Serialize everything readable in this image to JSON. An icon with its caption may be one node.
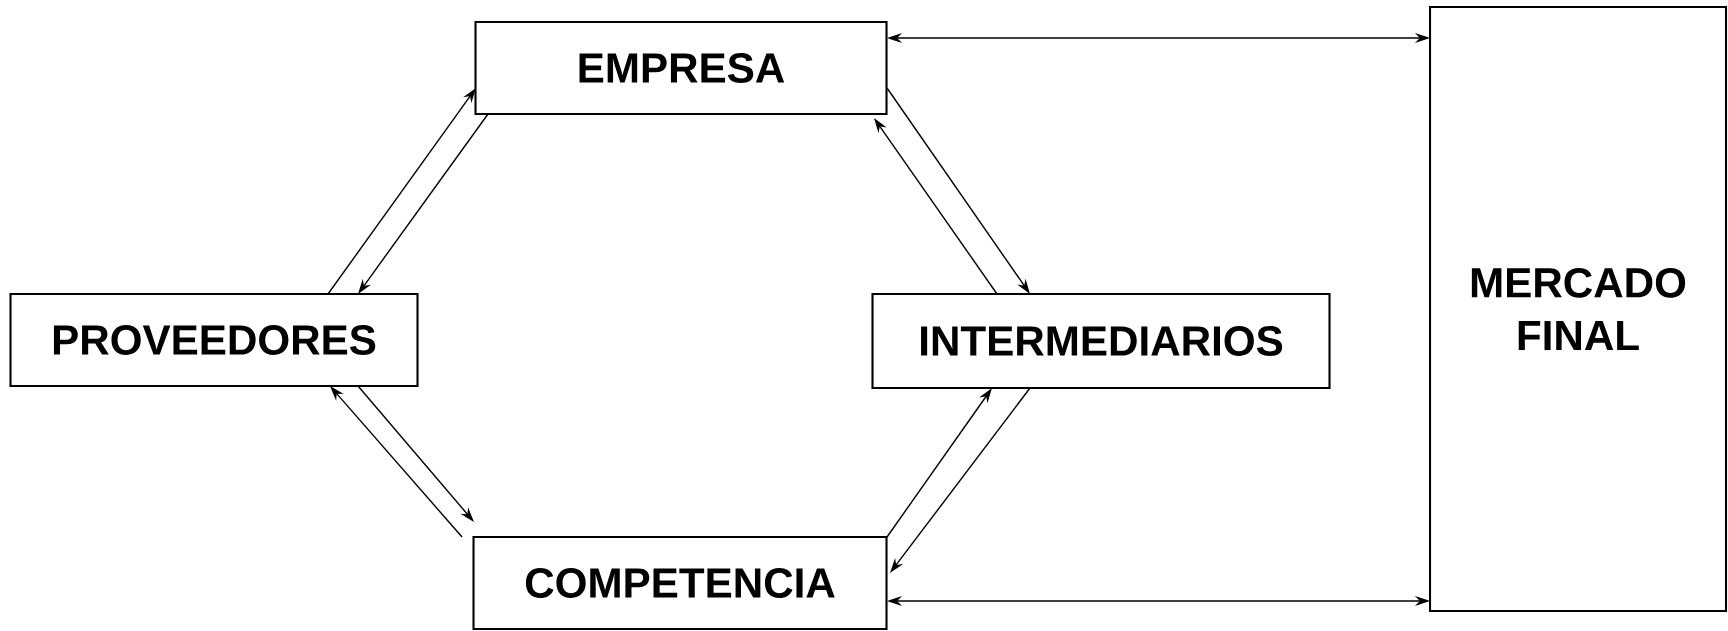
{
  "diagram": {
    "nodes": [
      {
        "text": [
          "EMPRESA"
        ]
      },
      {
        "text": [
          "PROVEEDORES"
        ]
      },
      {
        "text": [
          "INTERMEDIARIOS"
        ]
      },
      {
        "text": [
          "COMPETENCIA"
        ]
      },
      {
        "text": [
          "MERCADO FINAL"
        ]
      }
    ],
    "edges": [
      {
        "from": 1,
        "to": 0,
        "arrow": "to"
      },
      {
        "from": 0,
        "to": 1,
        "arrow": "to"
      },
      {
        "from": 0,
        "to": 2,
        "arrow": "to"
      },
      {
        "from": 2,
        "to": 0,
        "arrow": "to"
      },
      {
        "from": 0,
        "to": 4,
        "arrow": "both"
      },
      {
        "from": 1,
        "to": 3,
        "arrow": "to"
      },
      {
        "from": 3,
        "to": 1,
        "arrow": "to"
      },
      {
        "from": 3,
        "to": 2,
        "arrow": "to"
      },
      {
        "from": 2,
        "to": 3,
        "arrow": "to"
      },
      {
        "from": 3,
        "to": 4,
        "arrow": "both"
      }
    ]
  }
}
